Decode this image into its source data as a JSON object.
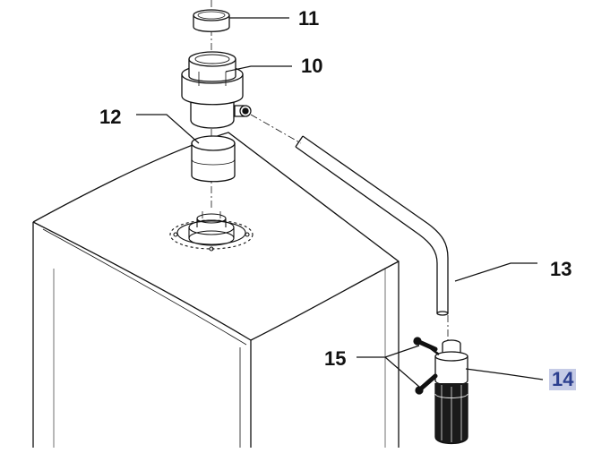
{
  "callouts": {
    "label_11": "11",
    "label_10": "10",
    "label_12": "12",
    "label_13": "13",
    "label_14": "14",
    "label_15": "15"
  },
  "highlight": {
    "label_14_background": "#c5cbe6",
    "label_14_text": "#2c3f8f"
  },
  "line_color": "#111111"
}
